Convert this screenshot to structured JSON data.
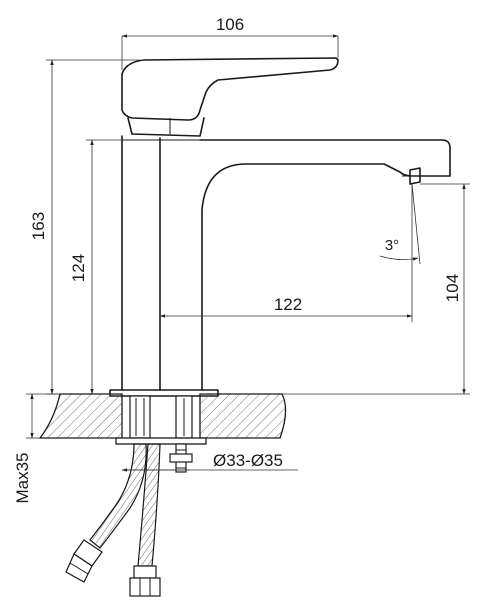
{
  "dimensions": {
    "handle_width": "106",
    "total_height": "163",
    "body_height": "124",
    "spout_reach": "122",
    "spout_height": "104",
    "spout_angle": "3°",
    "hole_diameter": "Ø33-Ø35",
    "max_thickness": "Max35"
  },
  "colors": {
    "line": "#1a1a1a",
    "hatch": "#666666",
    "background": "#ffffff"
  }
}
